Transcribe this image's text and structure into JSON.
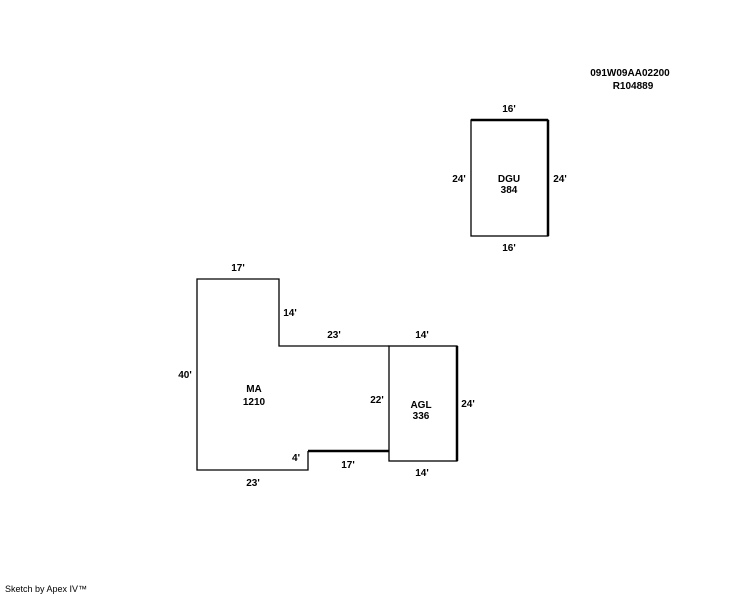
{
  "header": {
    "parcel_id": "091W09AA02200",
    "account_id": "R104889"
  },
  "areas": {
    "dgu": {
      "code": "DGU",
      "sqft": "384",
      "dims": {
        "top": "16'",
        "bottom": "16'",
        "left": "24'",
        "right": "24'"
      }
    },
    "ma": {
      "code": "MA",
      "sqft": "1210",
      "dims": {
        "top": "17'",
        "notch_side": "14'",
        "notch_top": "23'",
        "left": "40'",
        "bottom": "23'",
        "step": "4'",
        "step_bottom": "17'",
        "shared_wall": "22'"
      }
    },
    "agl": {
      "code": "AGL",
      "sqft": "336",
      "dims": {
        "top": "14'",
        "bottom": "14'",
        "right": "24'"
      }
    }
  },
  "footer": {
    "credit": "Sketch by Apex IV™"
  }
}
